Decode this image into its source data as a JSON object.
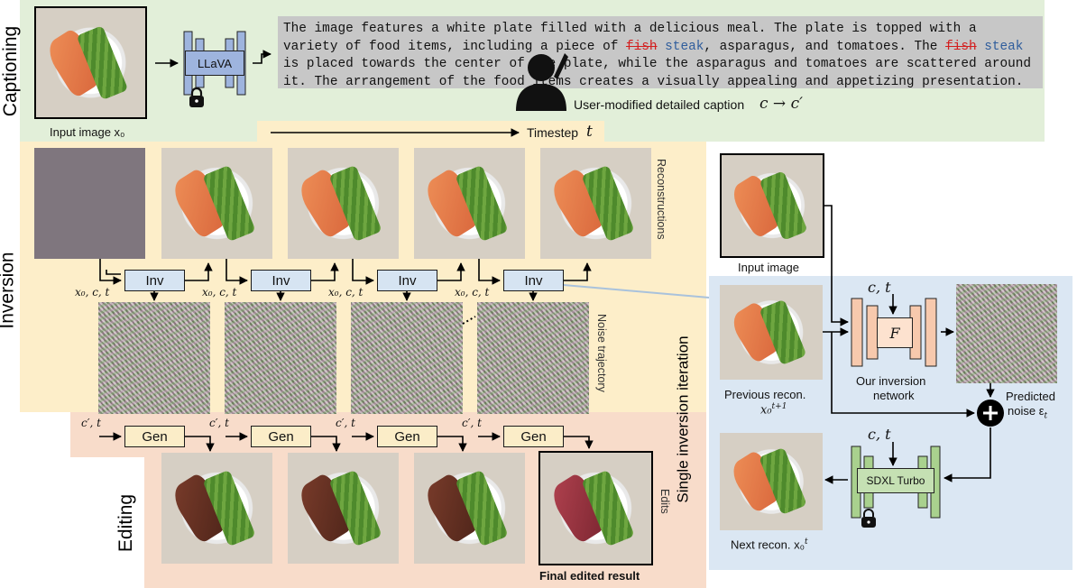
{
  "sections": {
    "captioning": "Captioning",
    "inversion": "Inversion",
    "editing": "Editing",
    "single_iteration": "Single inversion iteration"
  },
  "captioning": {
    "input_image_label": "Input image x₀",
    "model_label": "LLaVA",
    "caption_parts": [
      "The image features a white plate filled with a delicious meal. The plate is topped with a variety of food items, including a piece of ",
      "fish",
      " ",
      "steak",
      ", asparagus, and tomatoes. The ",
      "fish",
      " ",
      "steak",
      " is placed towards the center of the plate, while the asparagus and tomatoes are scattered around it. The arrangement of the food items creates a visually appealing and appetizing presentation."
    ],
    "user_modified_label": "User-modified detailed caption",
    "caption_change": "c → c′"
  },
  "timestep": {
    "label": "Timestep",
    "symbol": "t"
  },
  "inversion": {
    "reconstructions_label": "Reconstructions",
    "noise_trajectory_label": "Noise trajectory",
    "inv_label": "Inv",
    "inv_input": "x₀, c, t"
  },
  "editing": {
    "gen_label": "Gen",
    "gen_input": "c′, t",
    "edits_label": "Edits",
    "final_label": "Final edited result"
  },
  "single_iteration": {
    "input_image": "Input image",
    "ct_top": "c, t",
    "ct_bottom": "c, t",
    "f_label": "F",
    "network_label_1": "Our inversion",
    "network_label_2": "network",
    "predicted_1": "Predicted",
    "predicted_2": "noise ε",
    "predicted_sub": "t",
    "previous_1": "Previous recon.",
    "previous_2": "x₀",
    "previous_sup": "t+1",
    "sdxl_label": "SDXL Turbo",
    "next_label": "Next recon. x₀",
    "next_sup": "t"
  },
  "colors": {
    "captioning_bg": "#e2efd9",
    "inversion_bg": "#fdeec9",
    "editing_bg": "#f8dcca",
    "single_bg": "#dbe7f3",
    "inv_box": "#d6e4f2",
    "gen_box": "#fbedc8",
    "llava_blue": "#9eb4de",
    "unet_orange": "#f7c9ad",
    "sdxl_green": "#a9d18e",
    "strike_red": "#d31e1e",
    "steak_blue": "#2f5d9c"
  }
}
